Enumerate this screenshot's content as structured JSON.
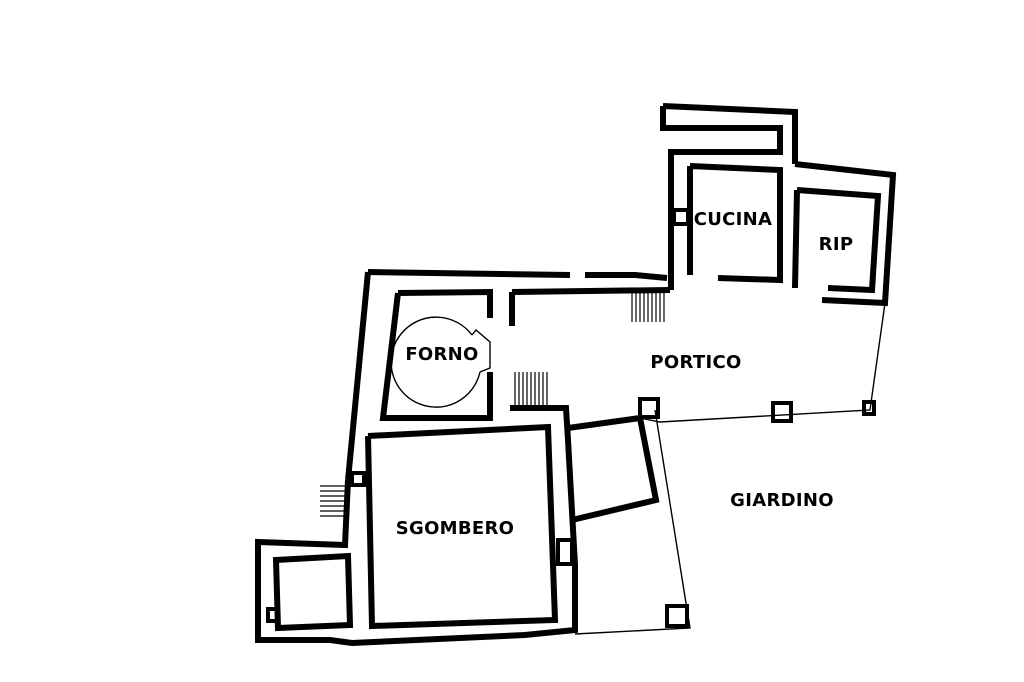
{
  "rooms": {
    "cucina": "CUCINA",
    "rip": "RIP",
    "forno": "FORNO",
    "portico": "PORTICO",
    "sgombero": "SGOMBERO",
    "giardino": "GIARDINO"
  },
  "colors": {
    "ink": "#000000",
    "paper": "#ffffff"
  }
}
